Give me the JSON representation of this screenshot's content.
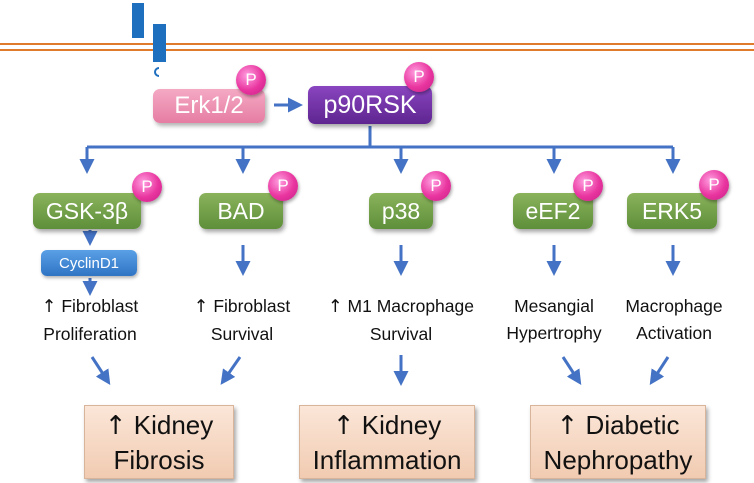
{
  "kinases": {
    "erk12": "Erk1/2",
    "p90rsk": "p90RSK"
  },
  "phospho_label": "P",
  "targets": [
    {
      "id": "gsk3b",
      "label": "GSK-3β"
    },
    {
      "id": "bad",
      "label": "BAD"
    },
    {
      "id": "p38",
      "label": "p38"
    },
    {
      "id": "eef2",
      "label": "eEF2"
    },
    {
      "id": "erk5",
      "label": "ERK5"
    }
  ],
  "cyclin": "CyclinD1",
  "up_arrow": "↑",
  "effects": [
    {
      "line1": "Fibroblast",
      "line2": "Proliferation",
      "up": true
    },
    {
      "line1": "Fibroblast",
      "line2": "Survival",
      "up": true
    },
    {
      "line1": "M1 Macrophage",
      "line2": "Survival",
      "up": true
    },
    {
      "line1": "Mesangial",
      "line2": "Hypertrophy",
      "up": false
    },
    {
      "line1": "Macrophage",
      "line2": "Activation",
      "up": false
    }
  ],
  "outcomes": [
    {
      "line1": "Kidney",
      "line2": "Fibrosis"
    },
    {
      "line1": "Kidney",
      "line2": "Inflammation"
    },
    {
      "line1": "Diabetic",
      "line2": "Nephropathy"
    }
  ],
  "colors": {
    "membrane": "#e07b2e",
    "receptor": "#1f6fbf",
    "arrow": "#4472c4",
    "erk12": "#ef8fb0",
    "p90rsk": "#7030a0",
    "target": "#6a9a45",
    "cyclin": "#3b7fd0",
    "phospho": "#e9359f",
    "outcome": "#f6d8c4"
  }
}
